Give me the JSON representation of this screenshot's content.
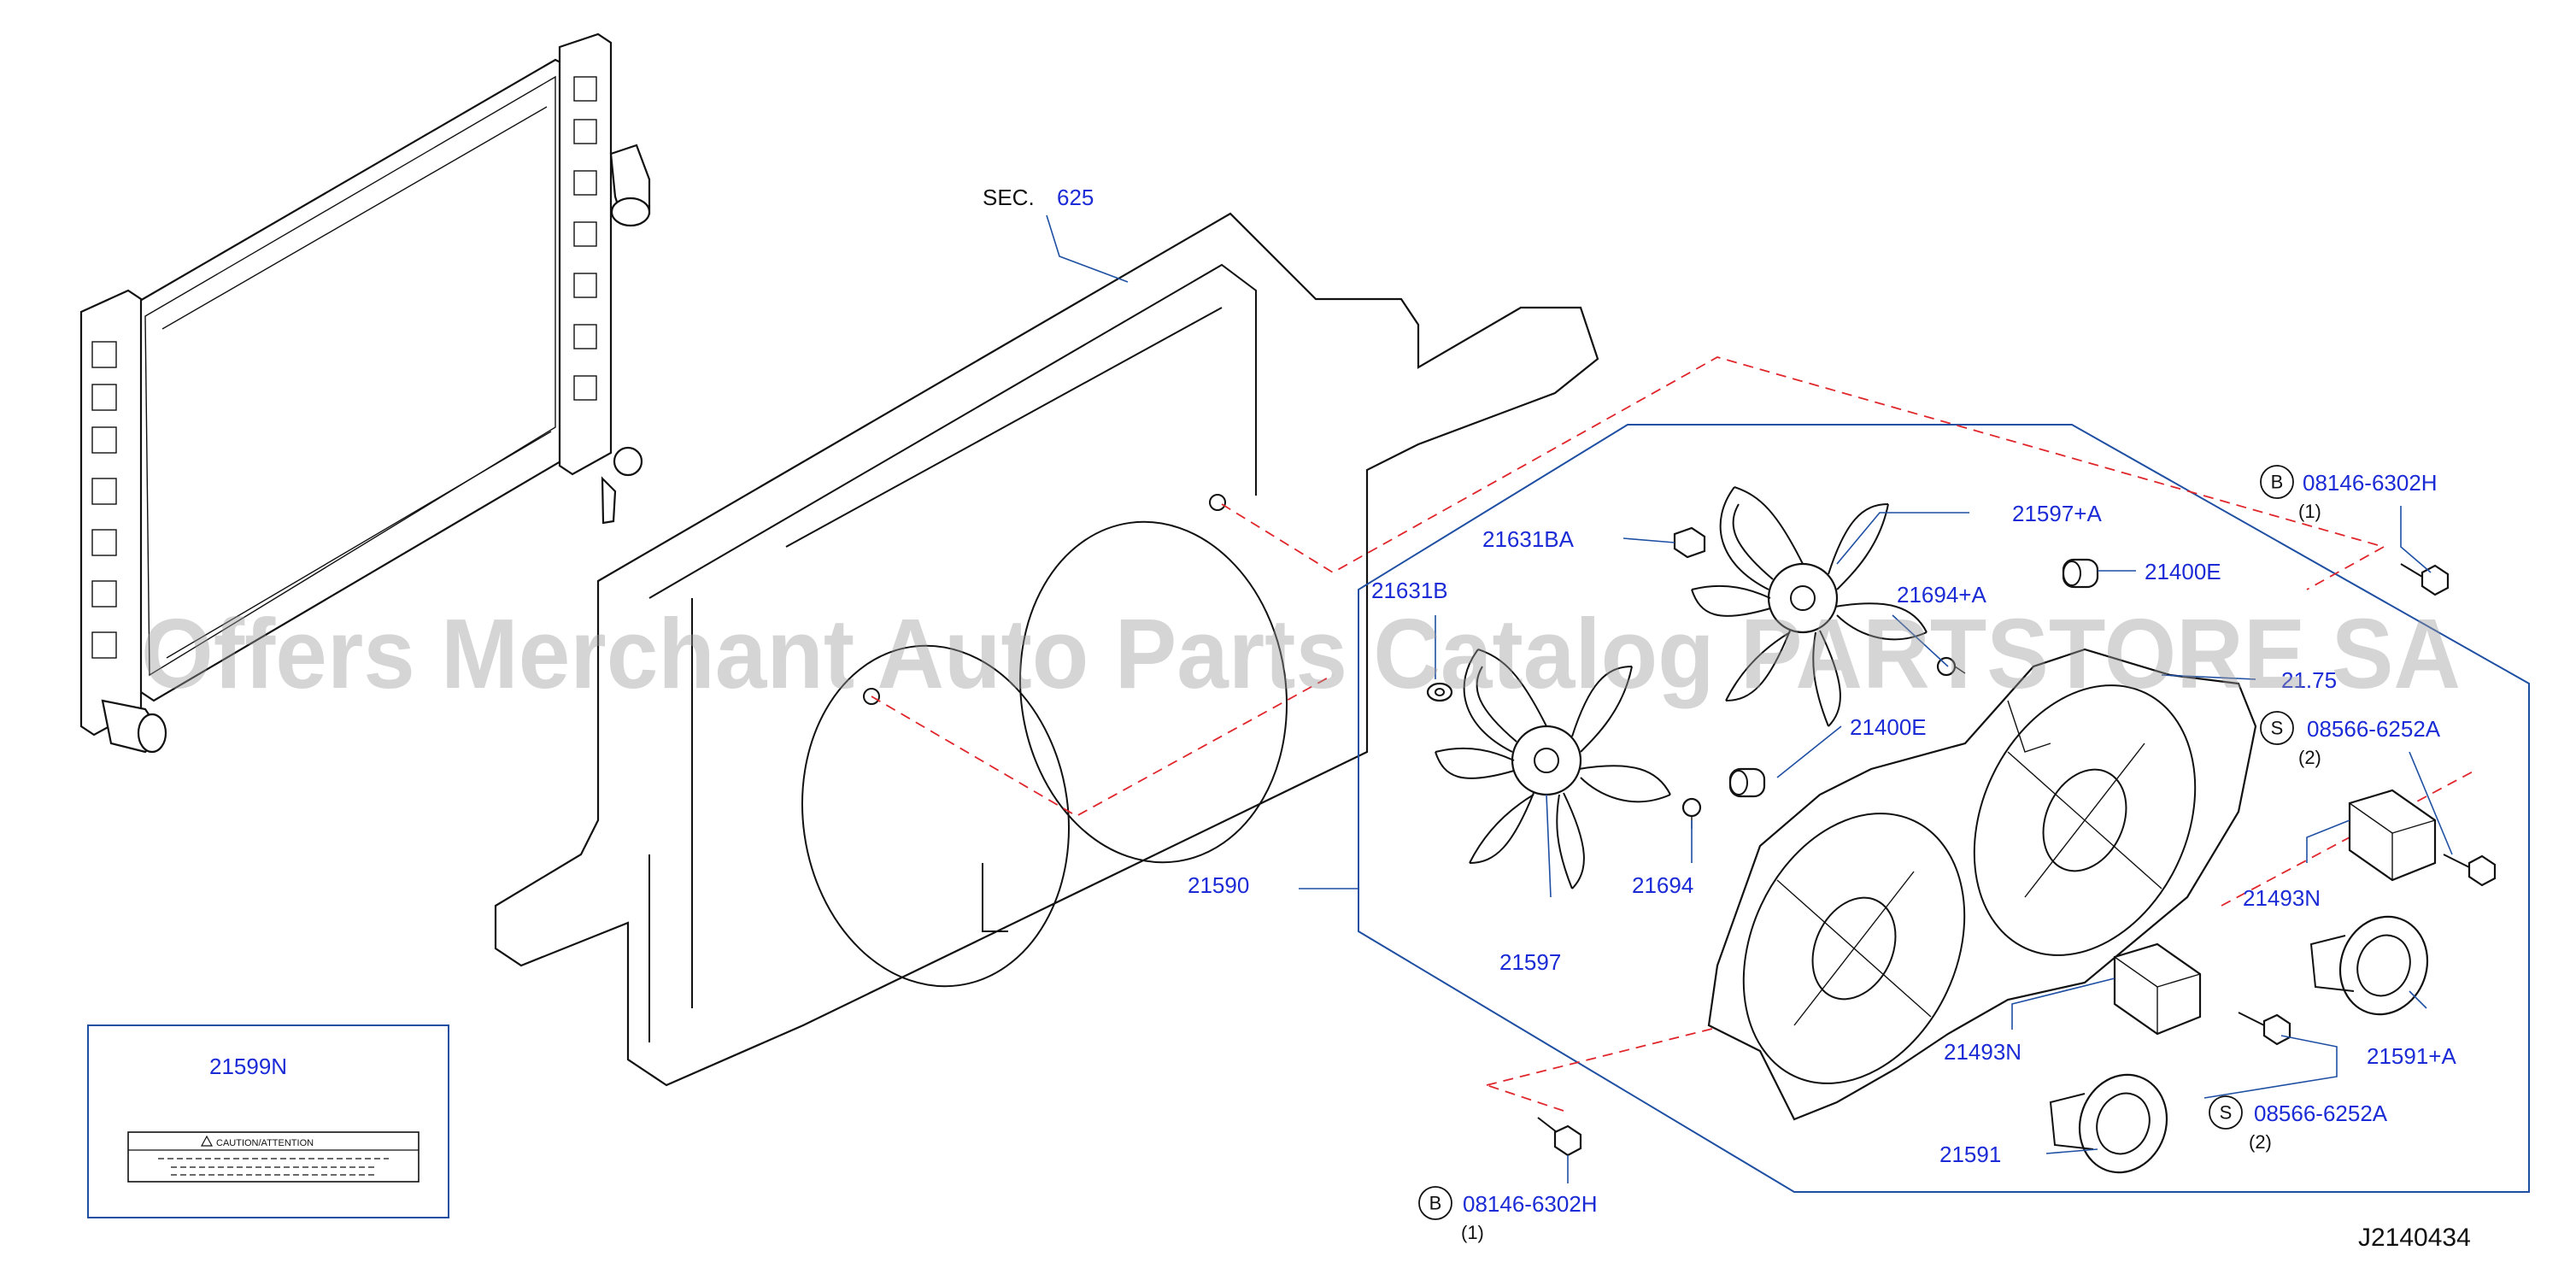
{
  "section": {
    "prefix": "SEC.",
    "number": "625"
  },
  "watermark": "Offers Merchant Auto Parts Catalog PARTSTORE SA",
  "diagram_code": "J2140434",
  "callouts": {
    "p21590": "21590",
    "p21597": "21597",
    "p21597A": "21597+A",
    "p21631B": "21631B",
    "p21631BA": "21631BA",
    "p21694": "21694",
    "p21694A": "21694+A",
    "p21400E_top": "21400E",
    "p21400E_mid": "21400E",
    "p21493N_right": "21493N",
    "p21493N_low": "21493N",
    "p21591": "21591",
    "p21591A": "21591+A",
    "p2175_partial": "21.75",
    "bolt_top": {
      "badge": "B",
      "part": "08146-6302H",
      "qty": "(1)"
    },
    "bolt_bottom": {
      "badge": "B",
      "part": "08146-6302H",
      "qty": "(1)"
    },
    "screw_right": {
      "badge": "S",
      "part": "08566-6252A",
      "qty": "(2)"
    },
    "screw_low": {
      "badge": "S",
      "part": "08566-6252A",
      "qty": "(2)"
    }
  },
  "inset": {
    "part": "21599N",
    "label_title": "CAUTION/ATTENTION"
  }
}
